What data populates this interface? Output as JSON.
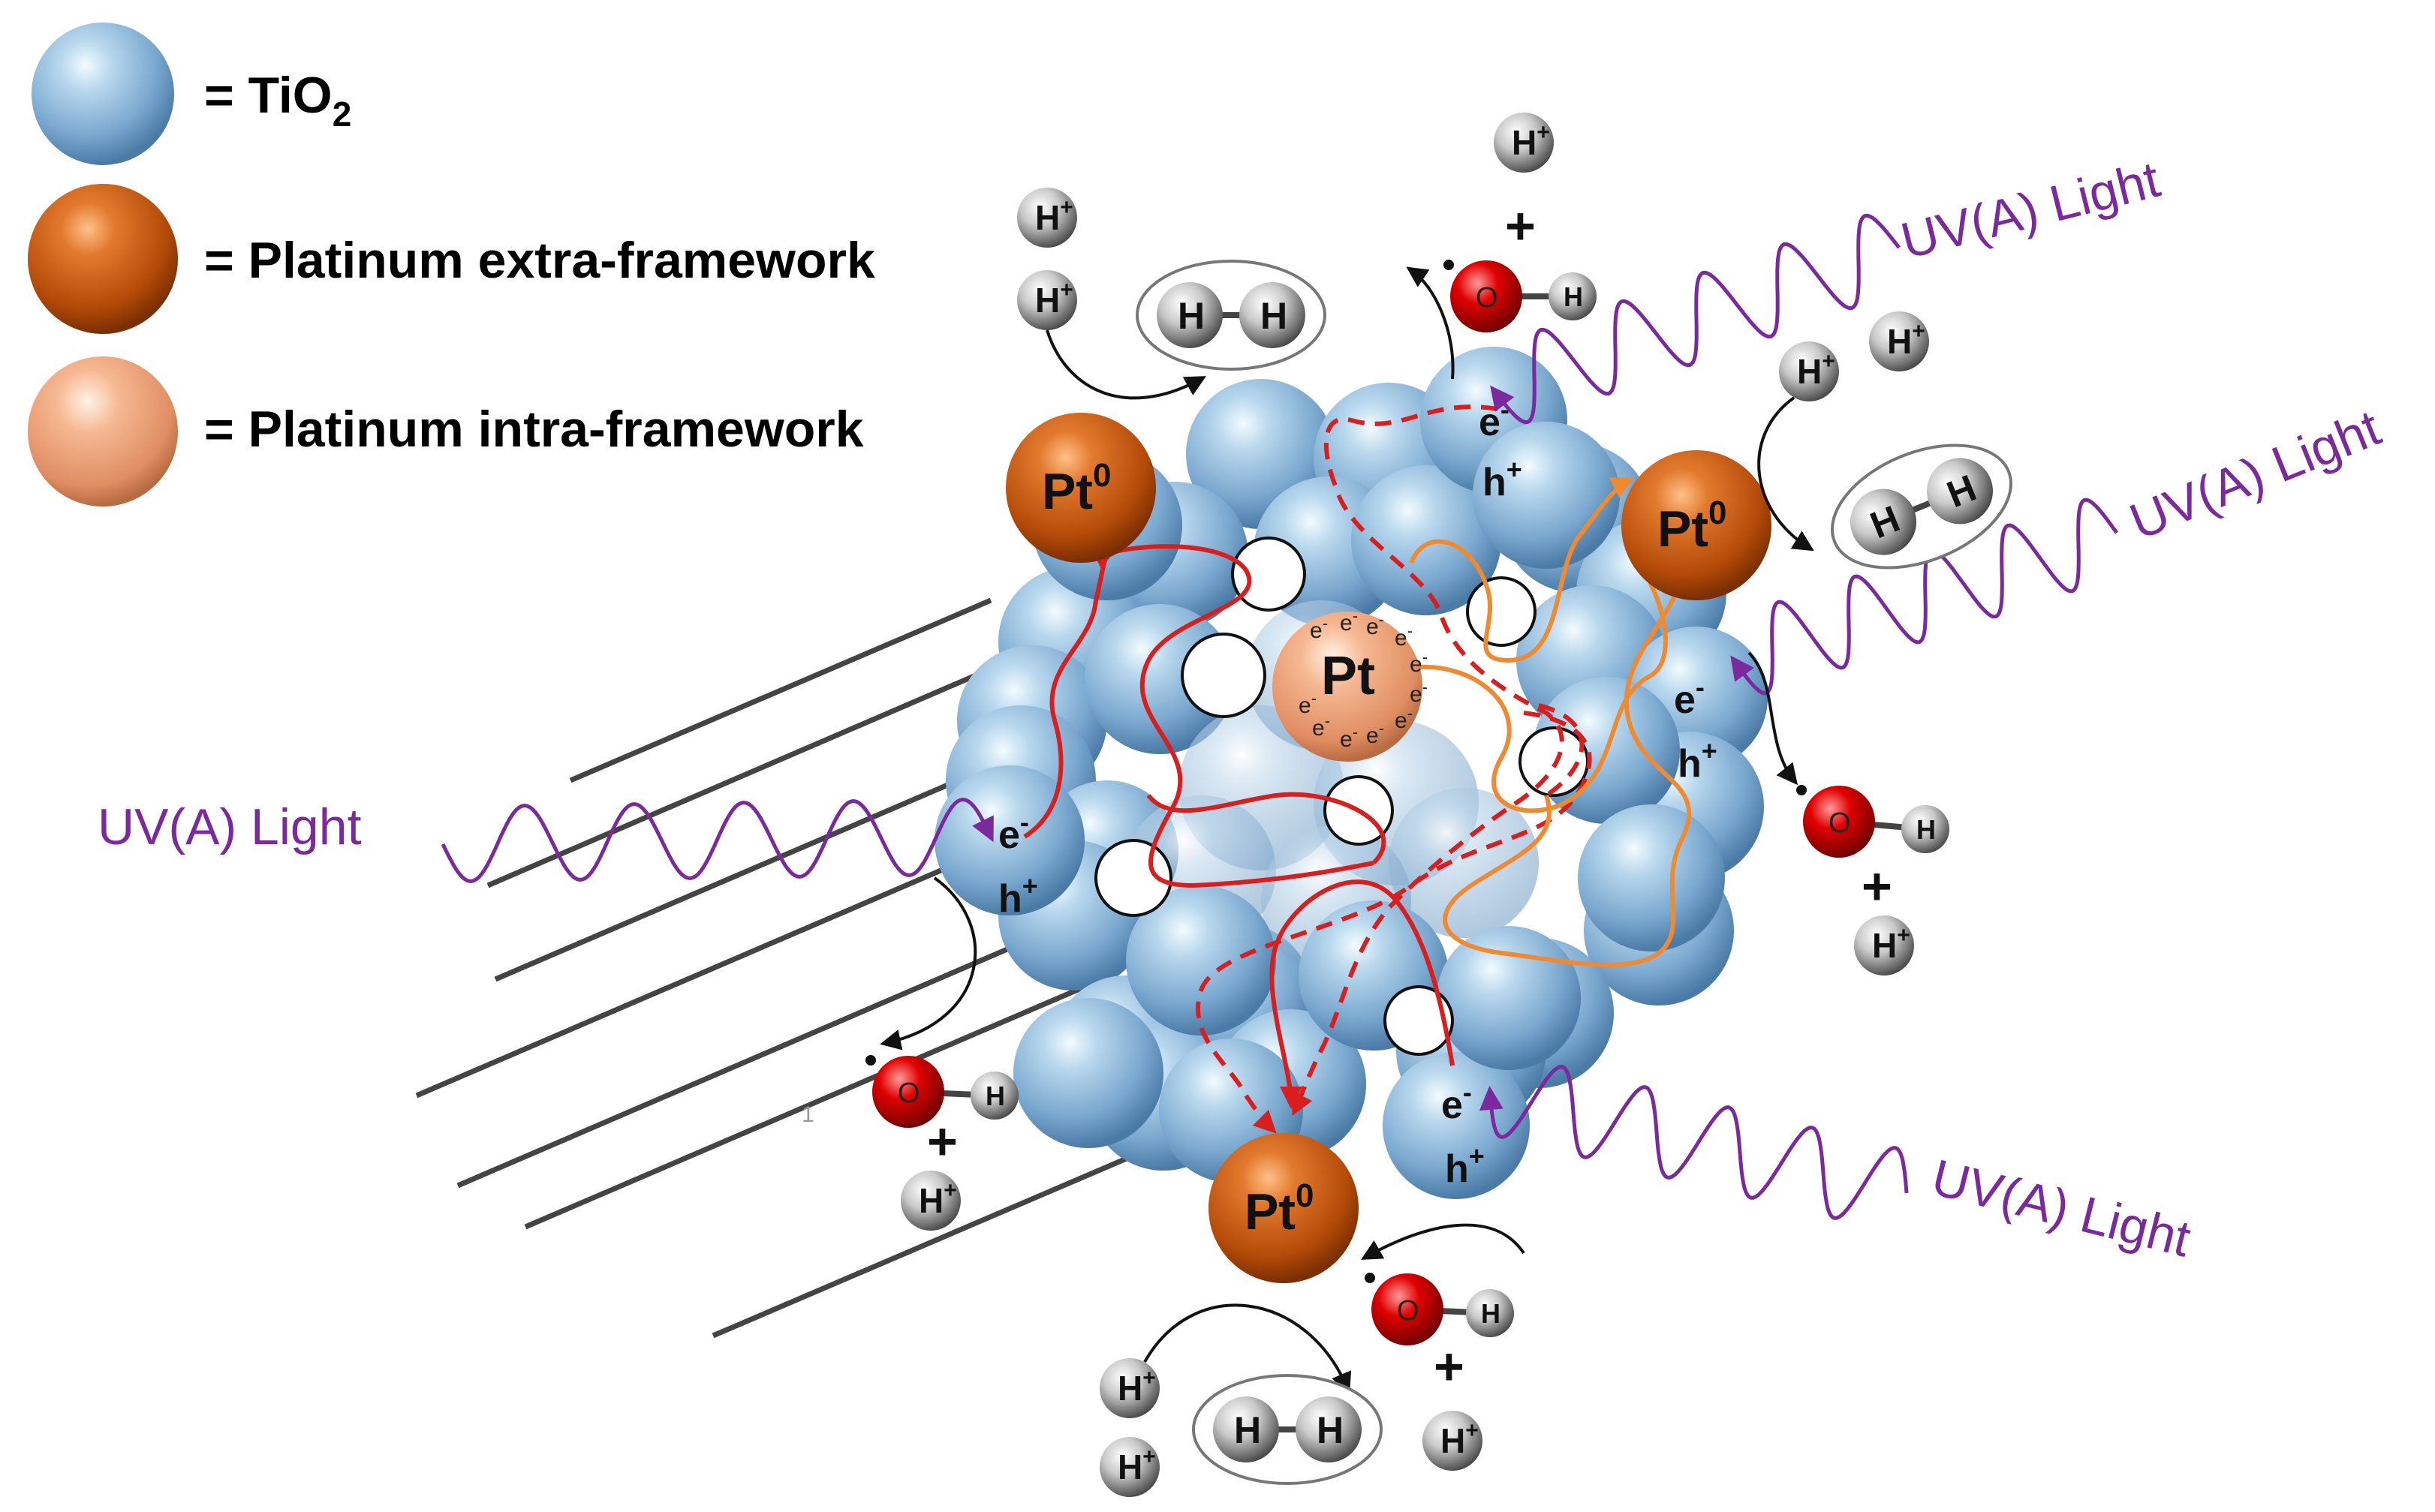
{
  "legend": {
    "tio2": {
      "prefix": "= TiO",
      "sub": "2"
    },
    "pt_extra": "= Platinum extra-framework",
    "pt_intra": "= Platinum intra-framework"
  },
  "uv_label": "UV(A) Light",
  "pt_label": "Pt",
  "pt0_label": "Pt",
  "pt0_sup": "0",
  "electron": "e",
  "electron_sup": "-",
  "hole": "h",
  "hole_sup": "+",
  "hydrogen": "H",
  "hydrogen_sup": "+",
  "oxygen": "O",
  "plus_sign": "+",
  "stray_mark": "1",
  "colors": {
    "tio2": "#8fb8d8",
    "pt_extra": "#c4560e",
    "pt_intra": "#f0a883",
    "uv": "#7a2a9c",
    "path_red": "#d91e1e",
    "path_orange": "#f08a30",
    "oxygen": "#d60000"
  }
}
